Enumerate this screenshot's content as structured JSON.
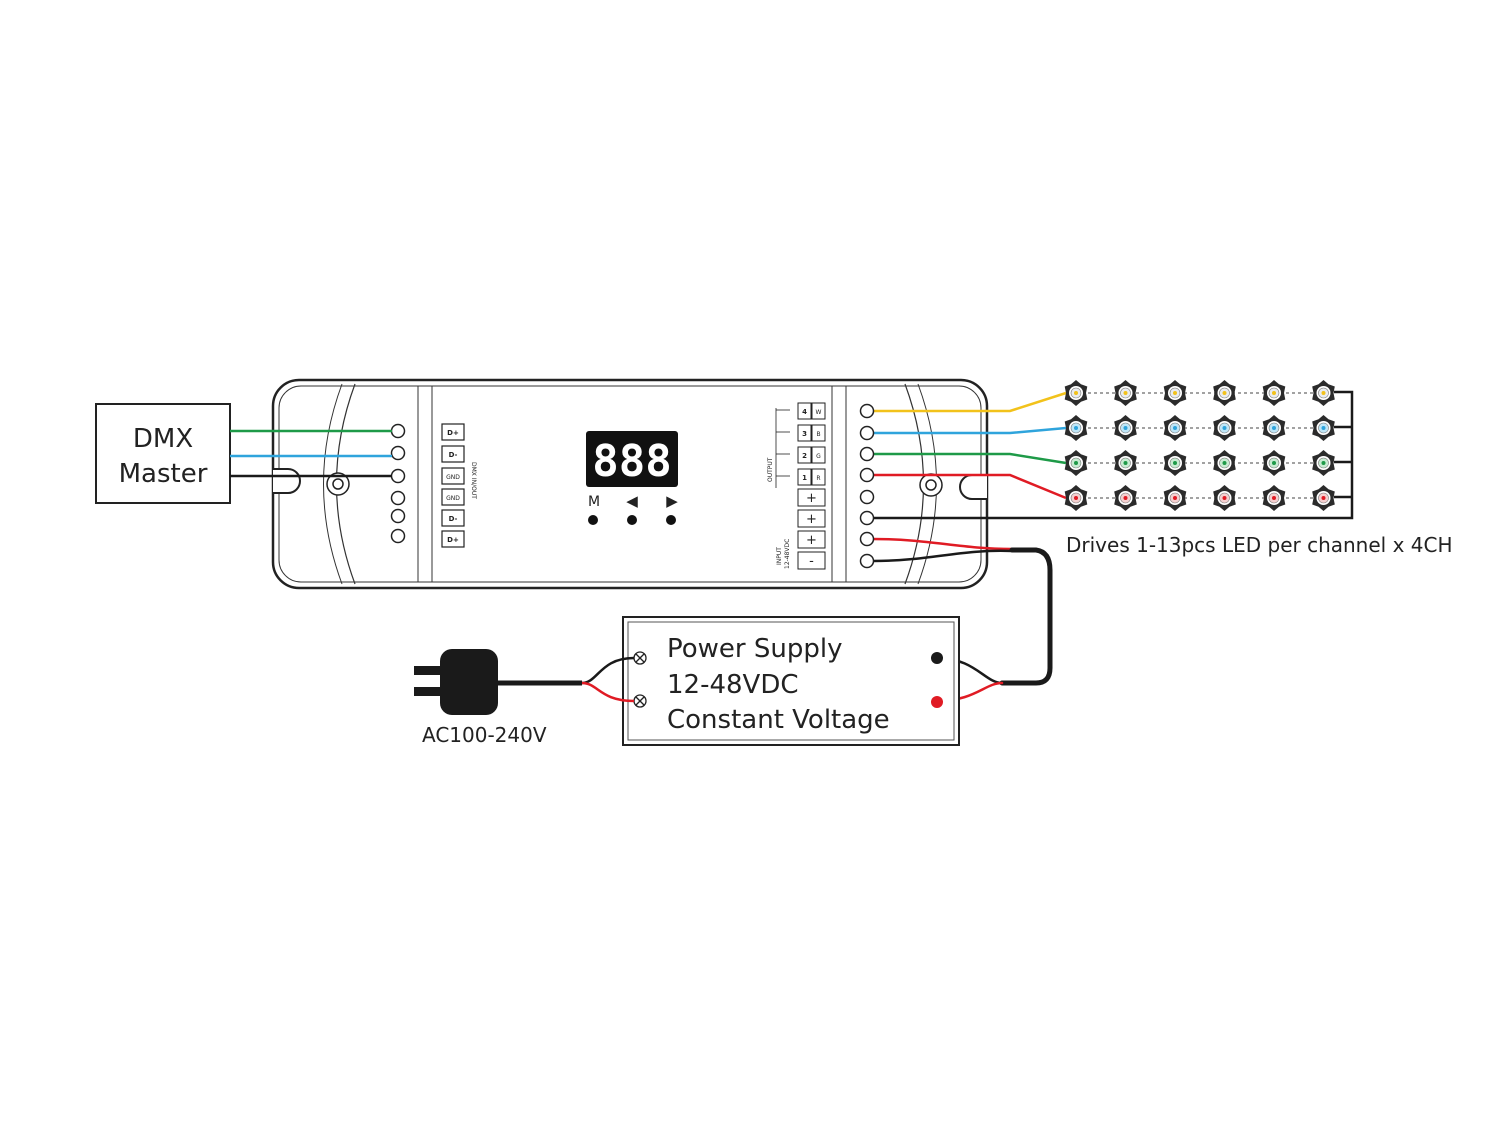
{
  "dmx_master": {
    "line1": "DMX",
    "line2": "Master"
  },
  "controller": {
    "display": "888",
    "buttons": [
      "M",
      "◀",
      "▶"
    ],
    "dmx_terminals": [
      "D+",
      "D-",
      "GND",
      "GND",
      "D-",
      "D+"
    ],
    "dmx_label": "DMX IN/OUT",
    "output_label": "OUTPUT",
    "output_channels": [
      {
        "num": "4",
        "letter": "W"
      },
      {
        "num": "3",
        "letter": "B"
      },
      {
        "num": "2",
        "letter": "G"
      },
      {
        "num": "1",
        "letter": "R"
      }
    ],
    "plus_terms": [
      "+",
      "+"
    ],
    "input_label_1": "INPUT",
    "input_label_2": "12-48VDC",
    "input_terms": [
      "+",
      "-"
    ]
  },
  "power_supply": {
    "line1": "Power Supply",
    "line2": "12-48VDC",
    "line3": "Constant Voltage"
  },
  "ac_label": "AC100-240V",
  "led_caption": "Drives 1-13pcs LED per channel x 4CH",
  "colors": {
    "yellow": "#f2c21b",
    "blue": "#2fa4dc",
    "green": "#1e9a48",
    "red": "#e01b24",
    "black": "#1a1a1a"
  },
  "led_rows": [
    {
      "color": "yellow",
      "tint": "#e9ecef"
    },
    {
      "color": "blue",
      "tint": "#bfe6f7"
    },
    {
      "color": "green",
      "tint": "#c8ecd2"
    },
    {
      "color": "red",
      "tint": "#f5cfcf"
    }
  ]
}
